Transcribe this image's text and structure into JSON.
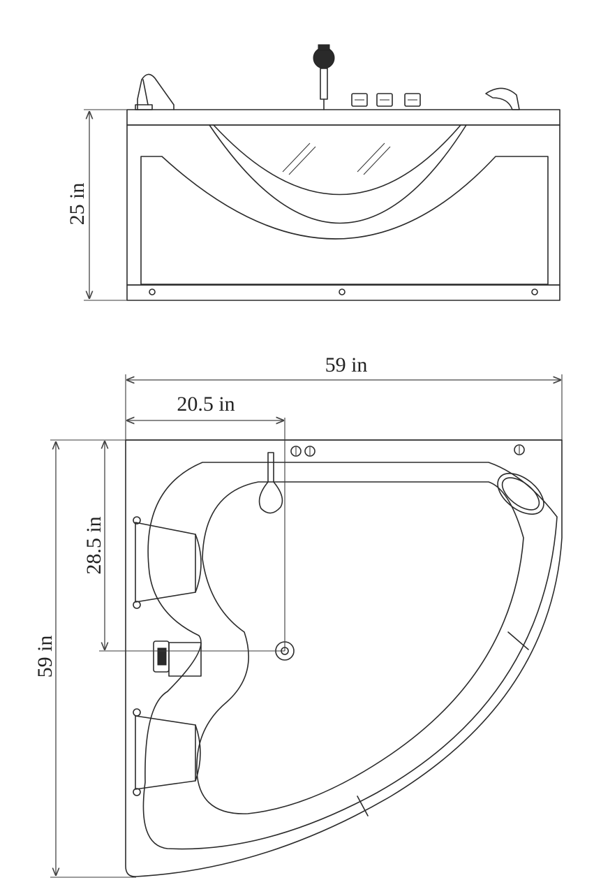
{
  "side_view": {
    "height_label": "25 in"
  },
  "top_view": {
    "width_label": "59 in",
    "depth_label": "59 in",
    "drain_x_label": "20.5 in",
    "drain_y_label": "28.5 in"
  },
  "colors": {
    "line": "#2b2b2b",
    "background": "#ffffff"
  }
}
